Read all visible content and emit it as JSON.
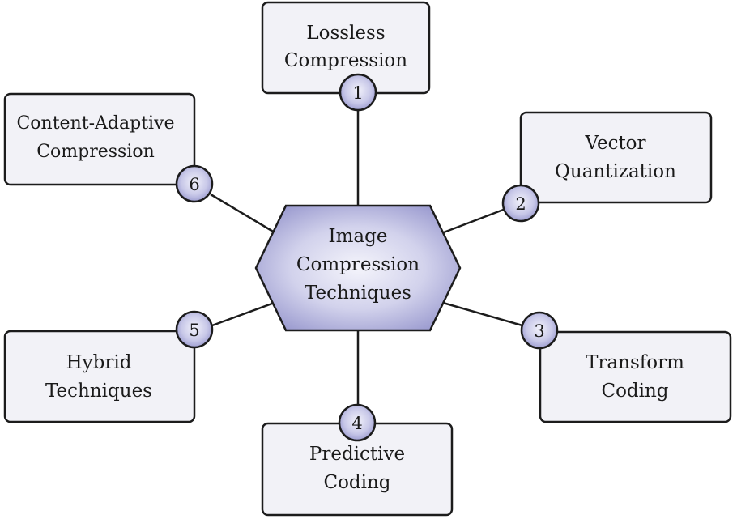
{
  "diagram": {
    "center": {
      "lines": [
        "Image",
        "Compression",
        "Techniques"
      ]
    },
    "nodes": [
      {
        "number": "1",
        "lines": [
          "Lossless",
          "Compression"
        ]
      },
      {
        "number": "2",
        "lines": [
          "Vector",
          "Quantization"
        ]
      },
      {
        "number": "3",
        "lines": [
          "Transform",
          "Coding"
        ]
      },
      {
        "number": "4",
        "lines": [
          "Predictive",
          "Coding"
        ]
      },
      {
        "number": "5",
        "lines": [
          "Hybrid",
          "Techniques"
        ]
      },
      {
        "number": "6",
        "lines": [
          "Content-Adaptive",
          "Compression"
        ]
      }
    ],
    "colors": {
      "box_fill": "#f2f2f7",
      "outline": "#1c1c1c",
      "accent_light": "#ececf8",
      "accent_dark": "#9c9cd0"
    }
  }
}
